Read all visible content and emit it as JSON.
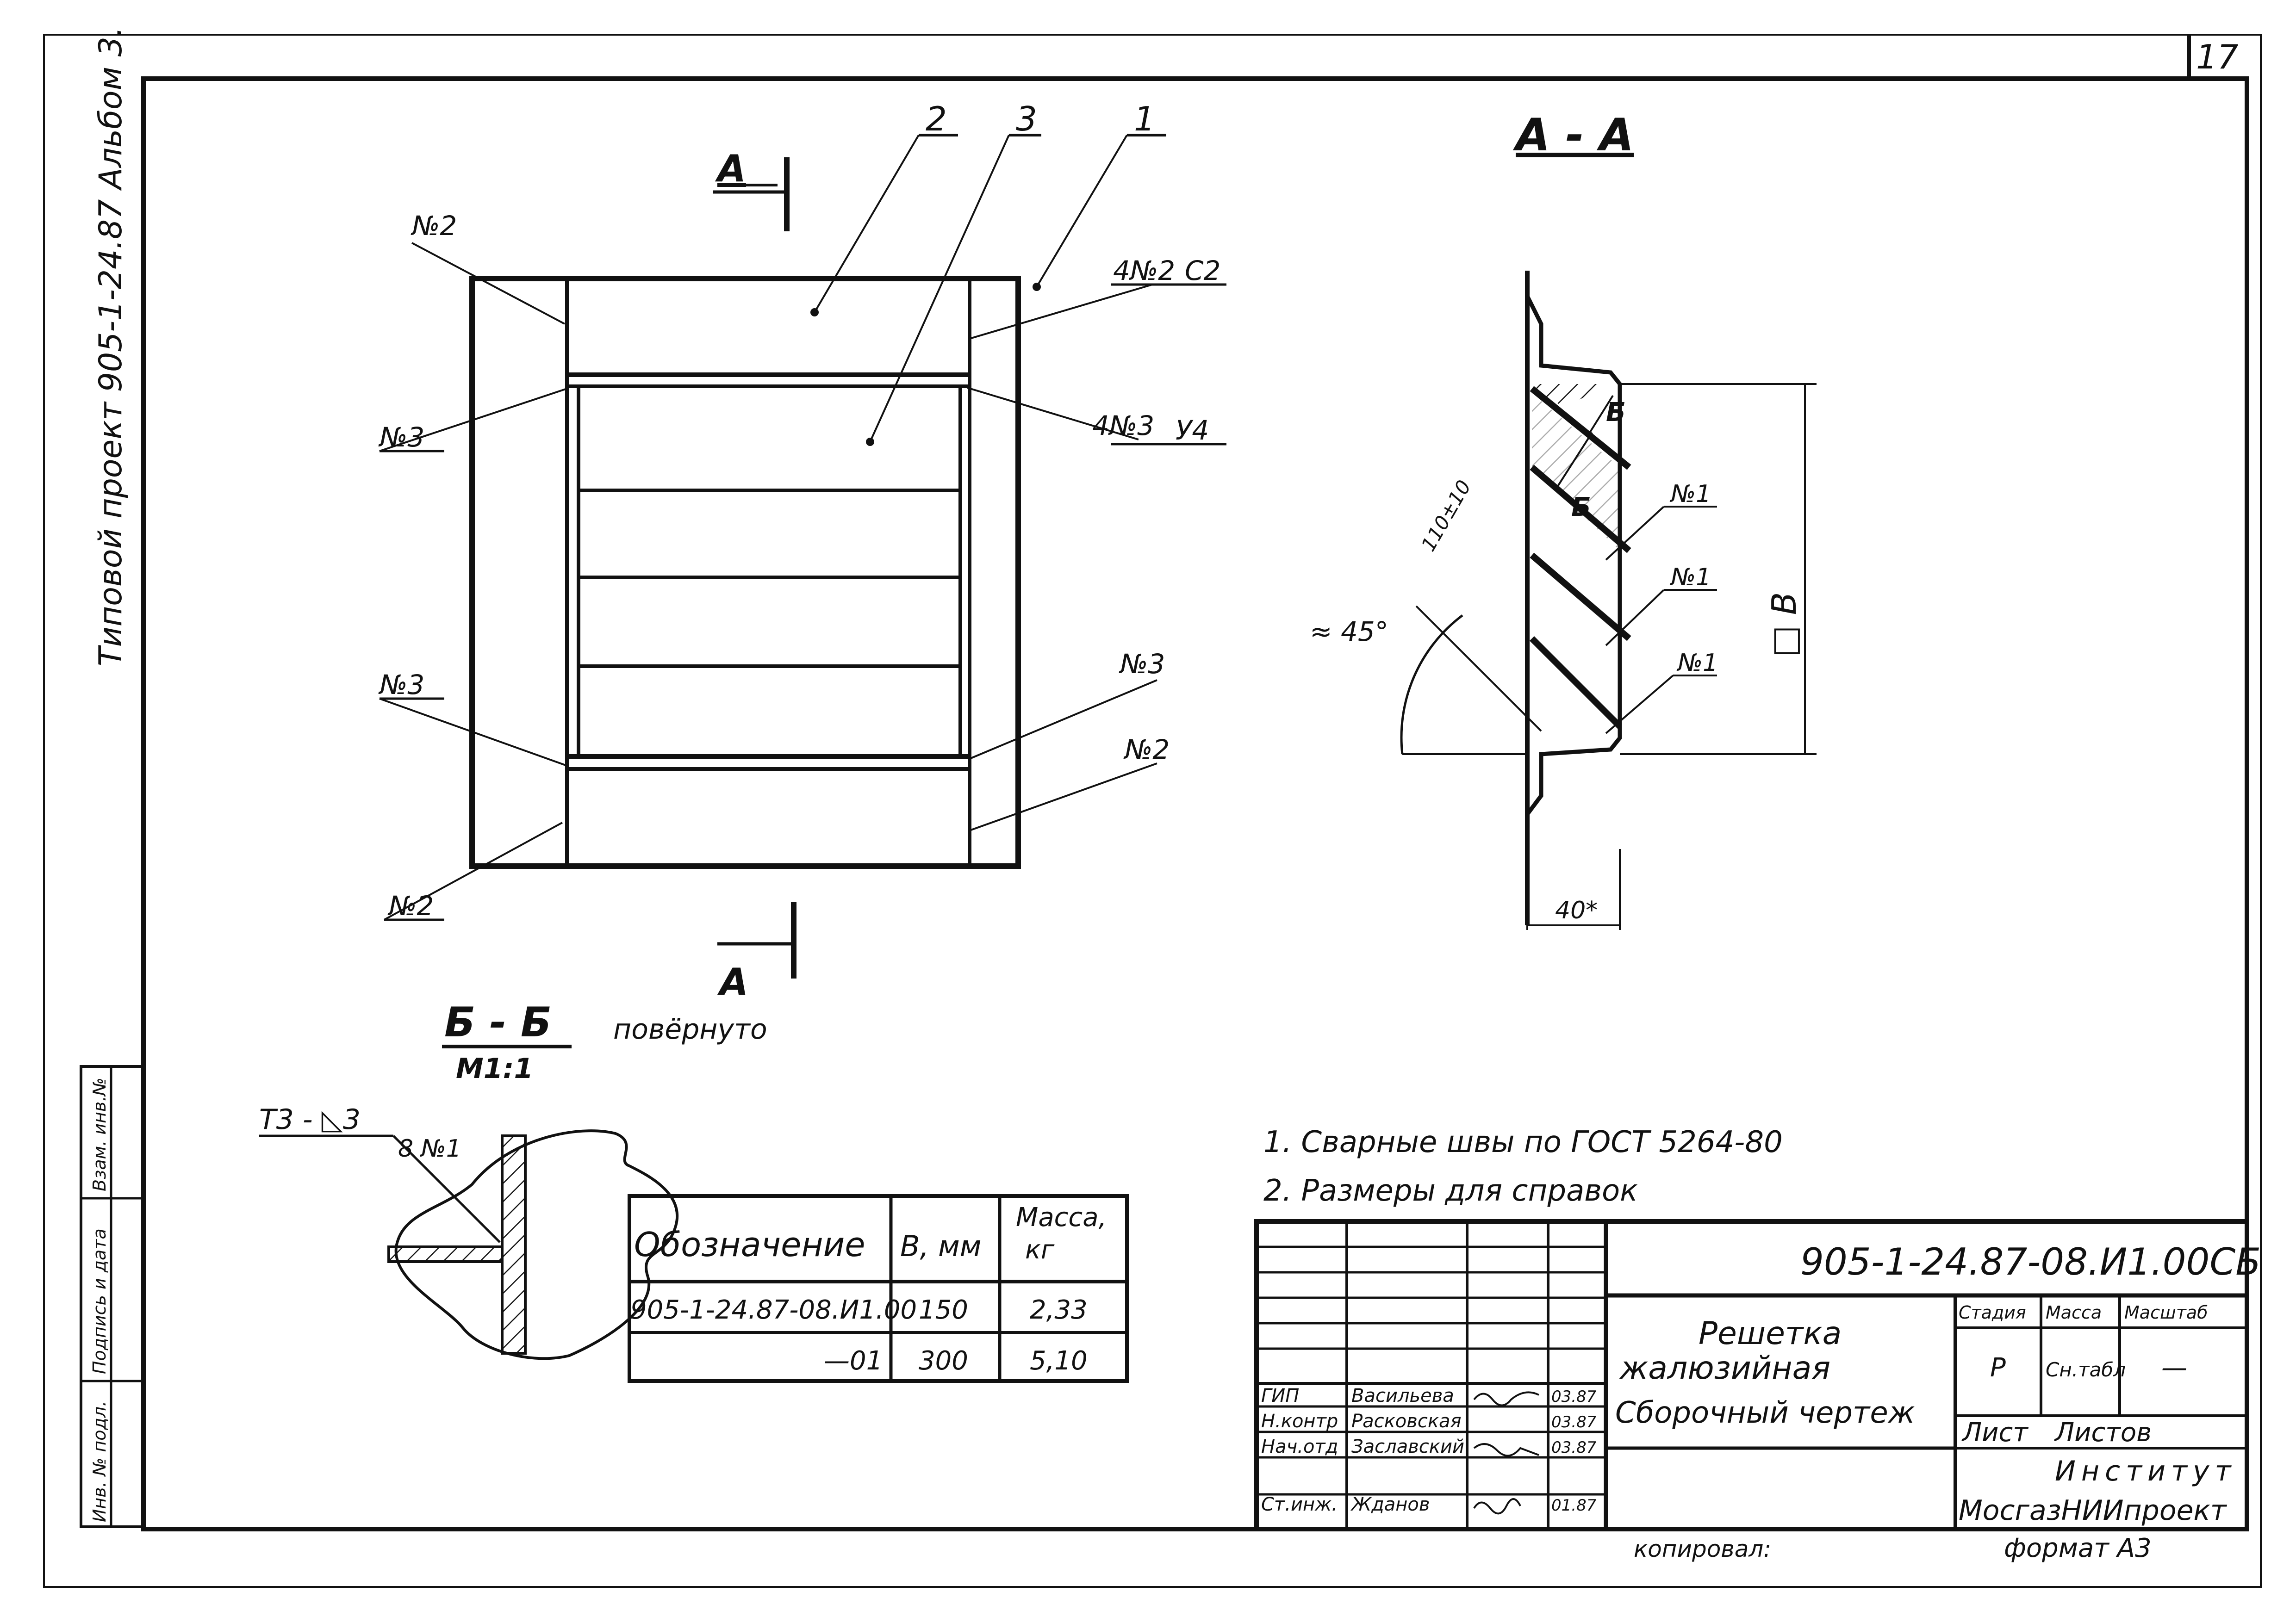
{
  "sheet": {
    "page_number": "17",
    "side_caption": "Типовой проект 905-1-24.87 Альбом 3."
  },
  "side_stamp": {
    "cells": [
      "Взам. инв.№",
      "Подпись и дата",
      "Инв. № подл."
    ]
  },
  "plan_view": {
    "leaders": [
      "2",
      "3",
      "1"
    ],
    "section_mark": "А",
    "weld_labels": [
      "№2",
      "№3",
      "№3",
      "№2",
      "№3",
      "№2"
    ],
    "weld_4n2": "4№2",
    "weld_c2": "С2",
    "weld_4n3": "4№3",
    "weld_u4": "У4"
  },
  "section_aa": {
    "title": "А - А",
    "mark_b": "Б",
    "welds": [
      "№1",
      "№1",
      "№1"
    ],
    "dim_b": "□ В",
    "angle": "≈ 45°",
    "dim_40": "40*",
    "dim_110": "110±10"
  },
  "section_bb": {
    "title": "Б - Б",
    "rotated": "повёрнуто",
    "scale": "М1:1",
    "weld_symbol": "Т3 - ◺3",
    "weld_ref": "8 №1"
  },
  "spec_table": {
    "headers": [
      "Обозначение",
      "В, мм",
      "Масса, кг"
    ],
    "rows": [
      [
        "905-1-24.87-08.И1.00",
        "150",
        "2,33"
      ],
      [
        "—01",
        "300",
        "5,10"
      ]
    ]
  },
  "notes": [
    "1. Сварные швы по ГОСТ 5264-80",
    "2. Размеры для справок"
  ],
  "title_block": {
    "doc_code": "905-1-24.87-08.И1.00СБ",
    "title": [
      "Решетка",
      "жалюзийная",
      "Сборочный чертеж"
    ],
    "headers": [
      "Стадия",
      "Масса",
      "Масштаб"
    ],
    "stage": "Р",
    "mass": "Сн.табл",
    "scale": "—",
    "sheet_label": "Лист",
    "sheets_label": "Листов",
    "org": [
      "Институт",
      "МосгазНИИпроект"
    ],
    "staff": [
      {
        "role": "ГИП",
        "name": "Васильева",
        "date": "03.87"
      },
      {
        "role": "Н.контр",
        "name": "Расковская",
        "date": "03.87"
      },
      {
        "role": "Нач.отд",
        "name": "Заславский",
        "date": "03.87"
      },
      {
        "role": "Ст.инж.",
        "name": "Жданов",
        "date": "01.87"
      }
    ],
    "copied": "копировал:",
    "format": "формат А3"
  }
}
